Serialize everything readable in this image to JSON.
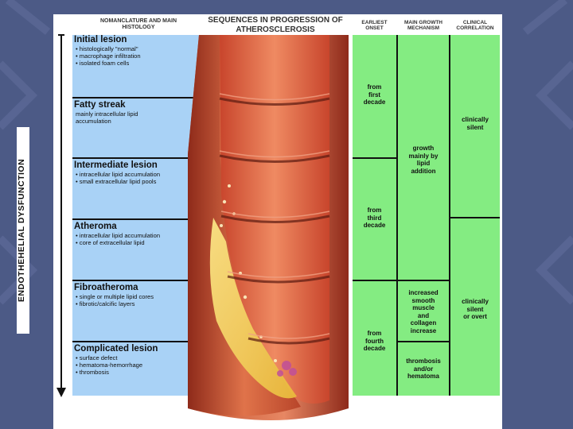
{
  "headers": {
    "nomenclature": "NOMANCLATURE AND MAIN HISTOLOGY",
    "sequences": "SEQUENCES IN PROGRESSION OF ATHEROSCLEROSIS",
    "earliest_onset": "EARLIEST ONSET",
    "main_growth": "MAIN GROWTH MECHANISM",
    "clinical": "CLINICAL CORRELATION"
  },
  "axis_label": "ENDOTHEHELIAL DYSFUNCTION",
  "lesions": [
    {
      "title": "Initial lesion",
      "lines": [
        "• histologically \"normal\"",
        "• macrophage infiltration",
        "• isolated foam cells"
      ]
    },
    {
      "title": "Fatty streak",
      "lines": [
        "mainly intracellular lipid",
        "accumulation"
      ]
    },
    {
      "title": "Intermediate lesion",
      "lines": [
        "• intracellular lipid accumulation",
        "• small extracellular lipid pools"
      ]
    },
    {
      "title": "Atheroma",
      "lines": [
        "• intracellular lipid accumulation",
        "• core of extracellular lipid"
      ]
    },
    {
      "title": "Fibroatheroma",
      "lines": [
        "• single or multiple lipid cores",
        "• fibrotic/calcific layers"
      ]
    },
    {
      "title": "Complicated lesion",
      "lines": [
        "• surface defect",
        "• hematoma-hemorrhage",
        "• thrombosis"
      ]
    }
  ],
  "onset": [
    {
      "lines": [
        "from",
        "first",
        "decade"
      ]
    },
    {
      "lines": [
        "from",
        "third",
        "decade"
      ]
    },
    {
      "lines": [
        "from",
        "fourth",
        "decade"
      ]
    }
  ],
  "growth": [
    {
      "lines": [
        "growth",
        "mainly by",
        "lipid",
        "addition"
      ]
    },
    {
      "lines": [
        "increased",
        "smooth",
        "muscle",
        "and",
        "collagen",
        "increase"
      ]
    },
    {
      "lines": [
        "thrombosis",
        "and/or",
        "hematoma"
      ]
    }
  ],
  "clinical": [
    {
      "lines": [
        "clinically",
        "silent"
      ]
    },
    {
      "lines": [
        "clinically",
        "silent",
        "or overt"
      ]
    }
  ],
  "colors": {
    "background": "#4c5a86",
    "histology_panel": "#a9d2f6",
    "stage_columns": "#84ec82",
    "vessel_wall": "#d9623e",
    "lipid_core": "#f3d35e"
  }
}
